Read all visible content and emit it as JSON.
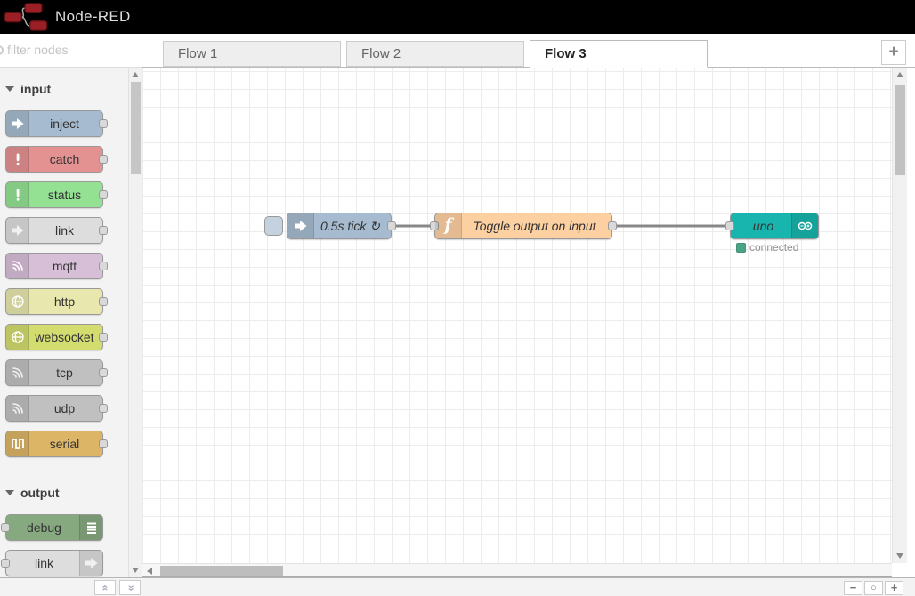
{
  "header": {
    "title": "Node-RED"
  },
  "palette": {
    "search_placeholder": "filter nodes",
    "input_category": "input",
    "output_category": "output",
    "input_nodes": [
      {
        "label": "inject",
        "color": "#a6bbcf",
        "icon": "inject-arrow-icon"
      },
      {
        "label": "catch",
        "color": "#e49191",
        "icon": "exclamation-icon"
      },
      {
        "label": "status",
        "color": "#94e194",
        "icon": "exclamation-icon"
      },
      {
        "label": "link",
        "color": "#dddddd",
        "icon": "link-arrow-icon"
      },
      {
        "label": "mqtt",
        "color": "#d8bfd8",
        "icon": "signal-icon"
      },
      {
        "label": "http",
        "color": "#e7e7ae",
        "icon": "globe-icon"
      },
      {
        "label": "websocket",
        "color": "#d3dc6f",
        "icon": "globe-icon"
      },
      {
        "label": "tcp",
        "color": "#c0c0c0",
        "icon": "signal-icon"
      },
      {
        "label": "udp",
        "color": "#c0c0c0",
        "icon": "signal-icon"
      },
      {
        "label": "serial",
        "color": "#dcb567",
        "icon": "square-wave-icon"
      }
    ],
    "output_nodes": [
      {
        "label": "debug",
        "color": "#87a980",
        "icon": "list-icon"
      },
      {
        "label": "link",
        "color": "#dddddd",
        "icon": "link-arrow-icon"
      }
    ]
  },
  "tabs": {
    "items": [
      {
        "label": "Flow 1"
      },
      {
        "label": "Flow 2"
      },
      {
        "label": "Flow 3"
      }
    ],
    "active": "Flow 3",
    "add_button": "+"
  },
  "flow": {
    "inject_node": {
      "label": "0.5s tick ↻",
      "color": "#a6bbcf"
    },
    "function_node": {
      "label": "Toggle output on input",
      "color": "#fdd0a2",
      "icon_text": "f"
    },
    "arduino_node": {
      "label": "uno",
      "color": "#17b5ad"
    },
    "status": {
      "text": "connected",
      "color": "#4aa387"
    }
  },
  "footer": {
    "collapse_all": "«",
    "expand_all": "«",
    "zoom_out": "−",
    "zoom_reset": "○",
    "zoom_in": "+"
  }
}
